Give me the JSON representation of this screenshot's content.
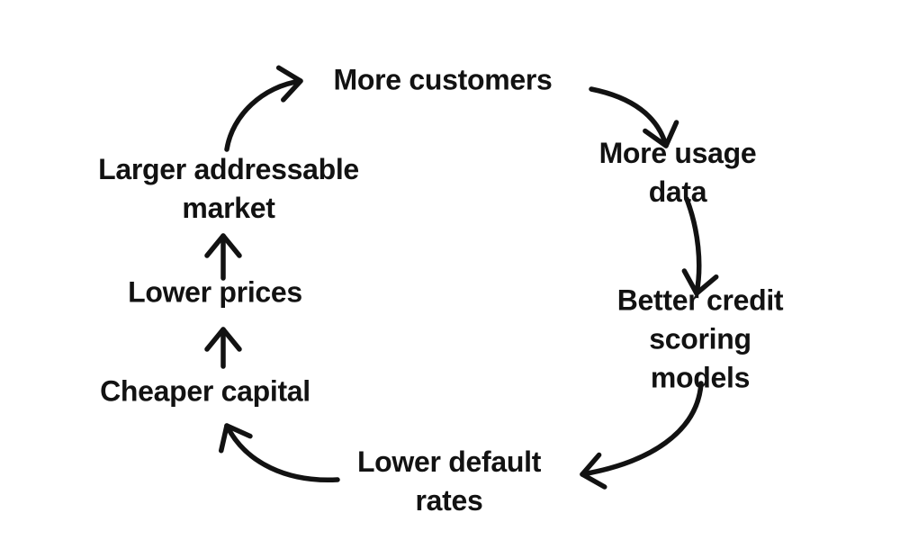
{
  "diagram": {
    "type": "cycle-flywheel",
    "background_color": "#ffffff",
    "text_color": "#121212",
    "arrow_color": "#121212",
    "nodes": [
      {
        "id": "more-customers",
        "label": "More customers"
      },
      {
        "id": "more-usage-data",
        "label": "More usage data"
      },
      {
        "id": "better-credit-scoring-models",
        "label": "Better credit\nscoring models"
      },
      {
        "id": "lower-default-rates",
        "label": "Lower default\nrates"
      },
      {
        "id": "cheaper-capital",
        "label": "Cheaper capital"
      },
      {
        "id": "lower-prices",
        "label": "Lower prices"
      },
      {
        "id": "larger-addressable-market",
        "label": "Larger addressable\nmarket"
      }
    ],
    "edges": [
      {
        "from": "more-customers",
        "to": "more-usage-data"
      },
      {
        "from": "more-usage-data",
        "to": "better-credit-scoring-models"
      },
      {
        "from": "better-credit-scoring-models",
        "to": "lower-default-rates"
      },
      {
        "from": "lower-default-rates",
        "to": "cheaper-capital"
      },
      {
        "from": "cheaper-capital",
        "to": "lower-prices"
      },
      {
        "from": "lower-prices",
        "to": "larger-addressable-market"
      },
      {
        "from": "larger-addressable-market",
        "to": "more-customers"
      }
    ]
  }
}
